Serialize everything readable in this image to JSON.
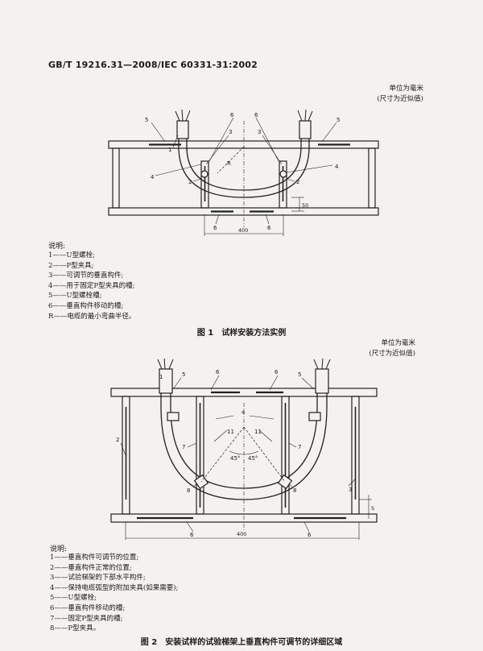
{
  "header": {
    "standard": "GB/T 19216.31—2008/IEC 60331-31:2002"
  },
  "figure1": {
    "unit_line1": "单位为毫米",
    "unit_line2": "(尺寸为近似值)",
    "labels": {
      "l1": "1",
      "l2a": "2",
      "l2b": "2",
      "l3a": "3",
      "l3b": "3",
      "l4a": "4",
      "l4b": "4",
      "l5a": "5",
      "l5b": "5",
      "l6a": "6",
      "l6b": "6",
      "l6c": "6",
      "l6d": "6",
      "lR": "R"
    },
    "dims": {
      "width": "400",
      "height": "50"
    },
    "legend_title": "说明:",
    "legend": [
      "1——U型螺栓;",
      "2——P型夹具;",
      "3——可调节的垂直构件;",
      "4——用于固定P型夹具的槽;",
      "5——U型螺栓槽;",
      "6——垂直构件移动的槽;",
      "R——电缆的最小弯曲半径。"
    ],
    "caption": "图 1　试样安装方法实例"
  },
  "figure2": {
    "unit_line1": "单位为毫米",
    "unit_line2": "(尺寸为近似值)",
    "labels": {
      "l1": "1",
      "l2": "2",
      "l3": "3",
      "l4": "4",
      "l5a": "5",
      "l5b": "5",
      "l6a": "6",
      "l6b": "6",
      "l6c": "6",
      "l6d": "6",
      "l7a": "7",
      "l7b": "7",
      "l8a": "8",
      "l8b": "8",
      "l11a": "11",
      "l11b": "11",
      "ang1": "45°",
      "ang2": "45°"
    },
    "dims": {
      "width": "400",
      "height": "S"
    },
    "legend_title": "说明:",
    "legend": [
      "1——垂直构件可调节的位置;",
      "2——垂直构件正常的位置;",
      "3——试验梯架的下部水平构件;",
      "4——保持电缆弧型的附加夹具(如果需要);",
      "5——U型螺栓;",
      "6——垂直构件移动的槽;",
      "7——固定P型夹具的槽;",
      "8——P型夹具。"
    ],
    "caption": "图 2　安装试样的试验梯架上垂直构件可调节的详细区域"
  }
}
